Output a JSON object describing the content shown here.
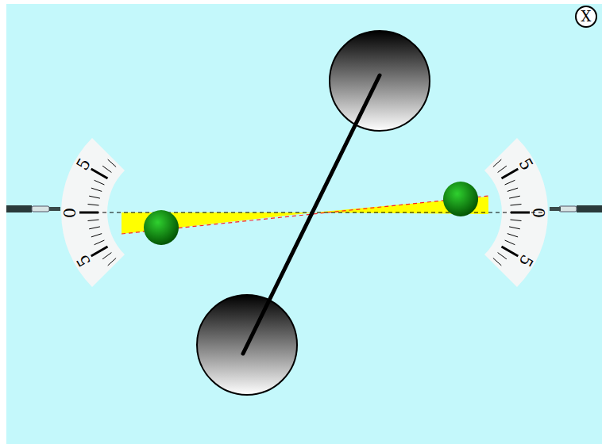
{
  "diagram": {
    "nodes": [
      {
        "text": [
          "X"
        ]
      }
    ],
    "labels": [
      "5",
      "0",
      "5",
      "5",
      "0",
      "5"
    ]
  }
}
